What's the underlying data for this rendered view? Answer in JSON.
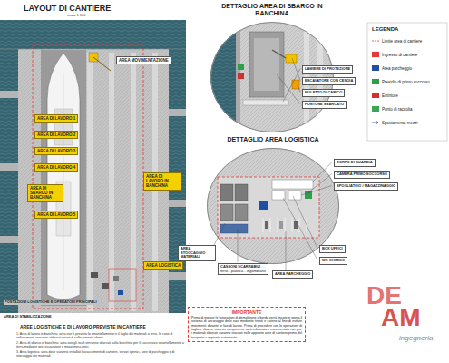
{
  "diagram": {
    "title": "LAYOUT DI CANTIERE",
    "nodes": [
      {
        "text": [
          "AREA MOVIMENTAZIONE"
        ]
      },
      {
        "text": [
          "AREA DI LAVORO 1"
        ]
      },
      {
        "text": [
          "AREA DI LAVORO 2"
        ]
      },
      {
        "text": [
          "AREA DI LAVORO 3"
        ]
      },
      {
        "text": [
          "AREA DI LAVORO 4"
        ]
      },
      {
        "text": [
          "AREA DI SBARCO IN BANCHINA"
        ]
      },
      {
        "text": [
          "AREA DI LAVORO 5"
        ]
      },
      {
        "text": [
          "AREA DI LAVORO IN BANCHINA"
        ]
      },
      {
        "text": [
          "AREA LOGISTICA"
        ]
      },
      {
        "text": [
          "DETTAGLIO AREA DI SBARCO IN BANCHINA"
        ]
      },
      {
        "text": [
          "LAMIERE DI PROTEZIONE"
        ]
      },
      {
        "text": [
          "ESCAVATORE CON CESOIA"
        ]
      },
      {
        "text": [
          "MULETTO DI CARICO"
        ]
      },
      {
        "text": [
          "PONTONE SBARCATO"
        ]
      },
      {
        "text": [
          "DETTAGLIO AREA LOGISTICA"
        ]
      },
      {
        "text": [
          "CORPO DI GUARDIA"
        ]
      },
      {
        "text": [
          "CAMERA PRIMO SOCCORSO"
        ]
      },
      {
        "text": [
          "SPOGLIATOIO / MAGAZZINAGGIO"
        ]
      },
      {
        "text": [
          "AREA STOCCAGGIO MATERIALI"
        ]
      },
      {
        "text": [
          "CASSONI SCARRABILI",
          "ferro - plastica - ingombranti"
        ]
      },
      {
        "text": [
          "AREA PARCHEGGIO"
        ]
      },
      {
        "text": [
          "BOX UFFICI"
        ]
      },
      {
        "text": [
          "WC CHIMICO"
        ]
      },
      {
        "text": [
          "IMPORTANTE",
          "Prima di iniziare le lavorazioni di demolizione a bordo verrà fissato in opera il sistema di ancoraggio delle navi mediante tiranti e catene al fine di evitare movimenti durante le fasi di lavoro. Prima di procedere con le operazioni di taglio e sbarco, ciascun componente sarà imbracato e movimentato con gru; i materiali sbarcati saranno stoccati nelle apposite aree di cantiere prima del trasporto a impianto autorizzato."
        ]
      }
    ],
    "labels": [
      "scala 1:100",
      "POSTAZIONI LOGISTICHE E OPERATORI PRINCIPALI",
      "AREA DI STABILIZZAZIONE",
      "AREE LOGISTICHE E DI LAVORO PREVISTE IN CANTIERE",
      "1. Area di lavoro in banchina: area ove è previsto lo smantellamento e il taglio dei materiali a terra. In caso di sollevamenti verranno utilizzati mezzi di sollevamento idonei.",
      "2. Area di sbarco in banchina: area ove gli scafi verranno sbarcati sulla banchina per il successivo smantellamento a terra mediante gru, escavatore e mezzi meccanici.",
      "3. Area logistica: area dove saranno installati baraccamenti di cantiere, servizi igienici, aree di parcheggio e di stoccaggio dei materiali.",
      "LEGENDA",
      "DE",
      "AM",
      "ingegneria"
    ],
    "legend": [
      {
        "text": "Limite area di cantiere"
      },
      {
        "text": "Ingresso di cantiere",
        "color": "#e53935"
      },
      {
        "text": "Area parcheggio",
        "color": "#1e4fa0"
      },
      {
        "text": "Presidio di primo soccorso",
        "color": "#2e9e48"
      },
      {
        "text": "Estintore",
        "color": "#d32f2f"
      },
      {
        "text": "Punto di raccolta",
        "color": "#3aa655"
      },
      {
        "text": "Spostamento mezzi"
      }
    ]
  }
}
